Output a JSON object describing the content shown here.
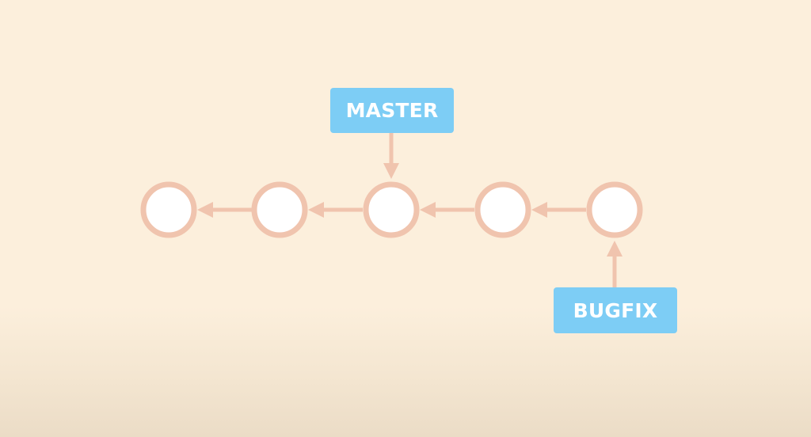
{
  "colors": {
    "accent": "#f0c4ae",
    "label_bg": "#7dcdf5",
    "node_fill": "#ffffff",
    "label_text": "#ffffff"
  },
  "diagram": {
    "commits": [
      {
        "id": "commit-1"
      },
      {
        "id": "commit-2"
      },
      {
        "id": "commit-3"
      },
      {
        "id": "commit-4"
      },
      {
        "id": "commit-5"
      }
    ],
    "edges": [
      {
        "from": "commit-2",
        "to": "commit-1"
      },
      {
        "from": "commit-3",
        "to": "commit-2"
      },
      {
        "from": "commit-4",
        "to": "commit-3"
      },
      {
        "from": "commit-5",
        "to": "commit-4"
      }
    ],
    "branches": [
      {
        "name": "MASTER",
        "points_to": "commit-3"
      },
      {
        "name": "BUGFIX",
        "points_to": "commit-5"
      }
    ]
  }
}
